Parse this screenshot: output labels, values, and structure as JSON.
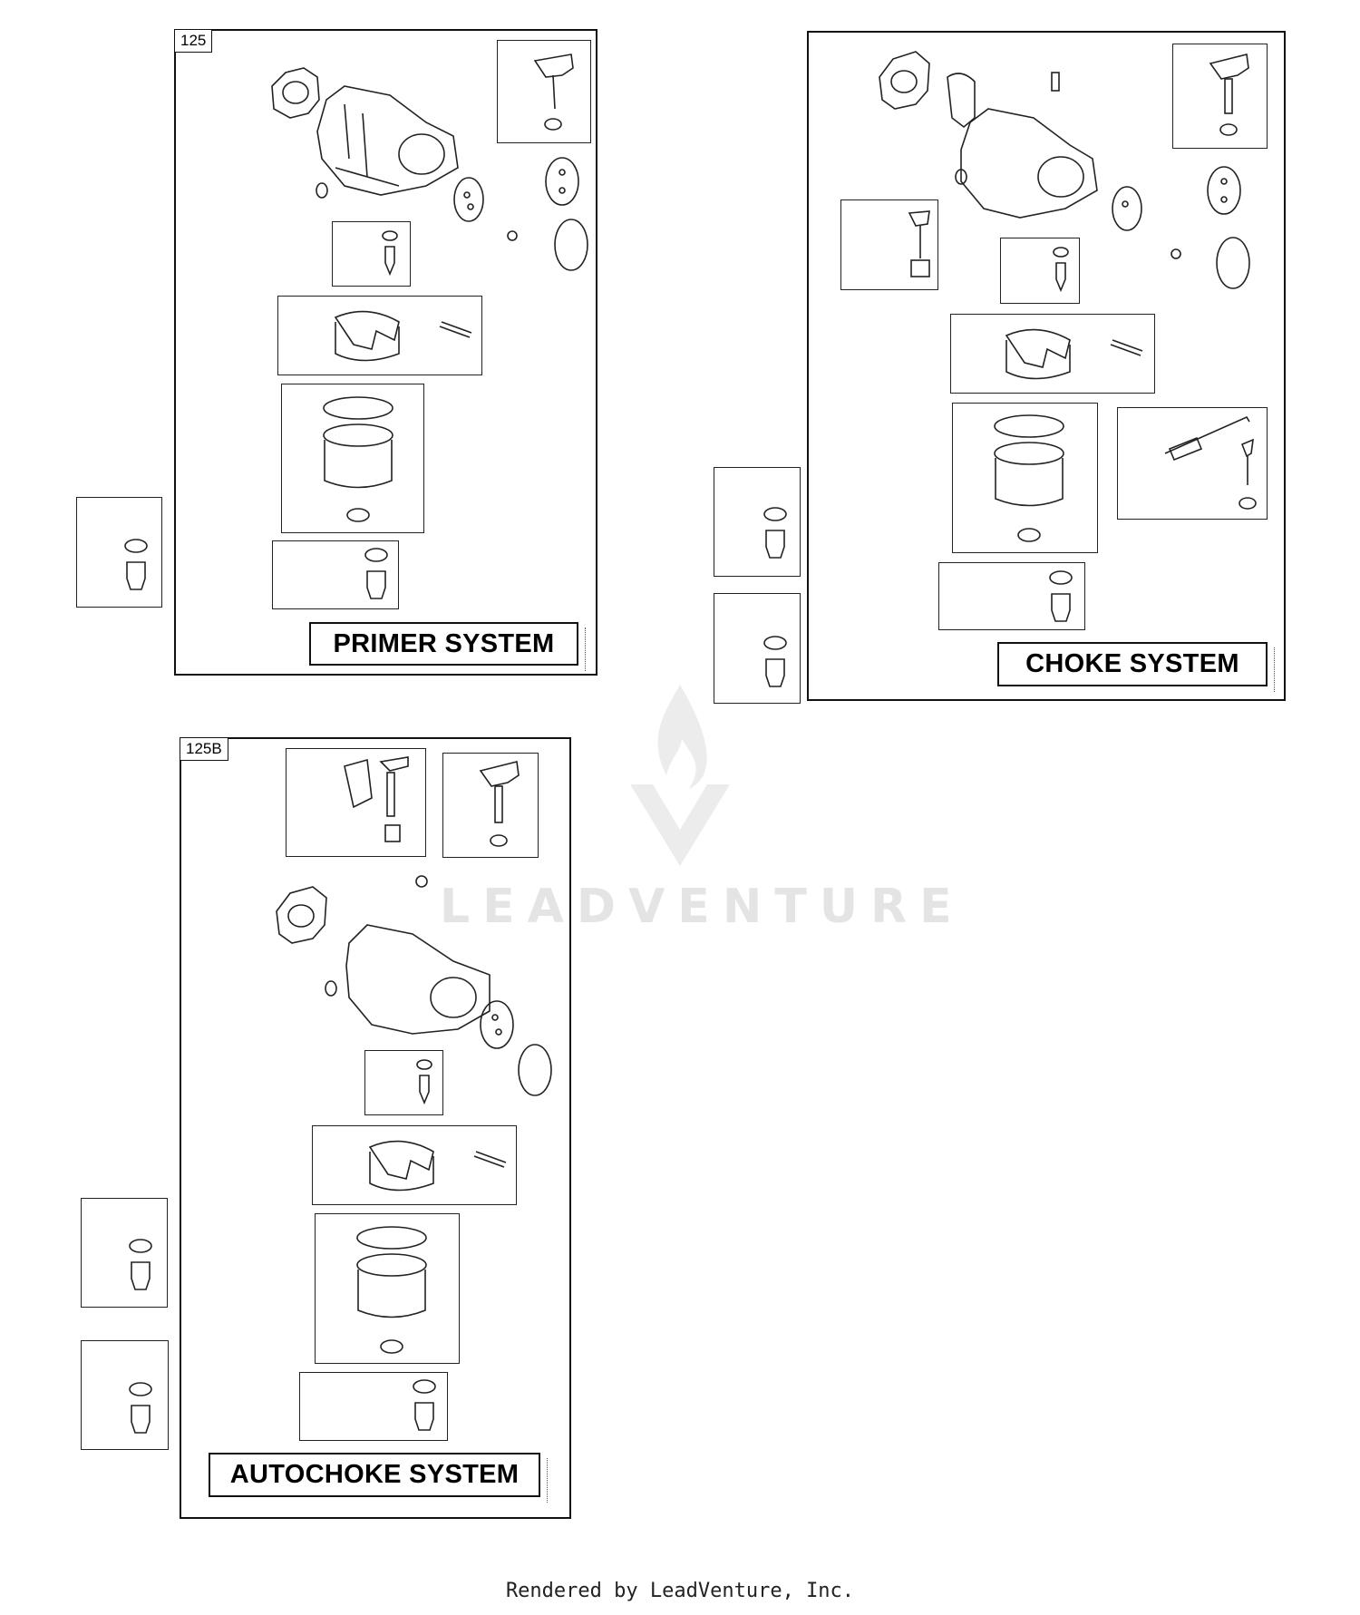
{
  "panels": {
    "primer": {
      "tag": "125",
      "title": "PRIMER SYSTEM"
    },
    "choke": {
      "tag": "",
      "title": "CHOKE SYSTEM"
    },
    "autochoke": {
      "tag": "125B",
      "title": "AUTOCHOKE SYSTEM"
    }
  },
  "watermark": {
    "brand": "LEADVENTURE"
  },
  "footer": {
    "credit": "Rendered by LeadVenture, Inc."
  },
  "colors": {
    "line": "#222222",
    "watermark": "#e4e4e4",
    "background": "#ffffff"
  }
}
